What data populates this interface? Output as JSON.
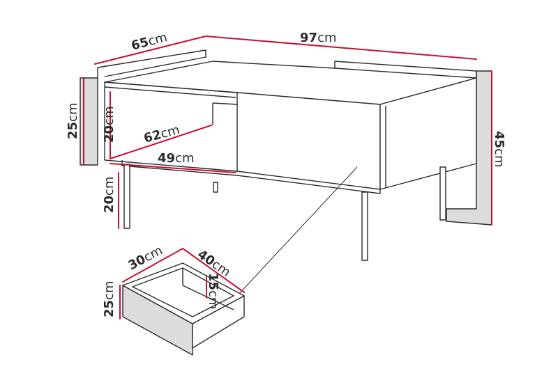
{
  "diagram": {
    "subject": "coffee table with drawer",
    "dimension_color": "#c8102e",
    "line_color": "#2b2b2b",
    "panel_color": "#d9d9d9"
  },
  "dimensions": {
    "depth": {
      "num": "65",
      "unit": "cm"
    },
    "width": {
      "num": "97",
      "unit": "cm"
    },
    "body_height": {
      "num": "25",
      "unit": "cm"
    },
    "shelf_height": {
      "num": "20",
      "unit": "cm"
    },
    "shelf_width": {
      "num": "62",
      "unit": "cm"
    },
    "shelf_depth": {
      "num": "49",
      "unit": "cm"
    },
    "leg_height": {
      "num": "20",
      "unit": "cm"
    },
    "total_height": {
      "num": "45",
      "unit": "cm"
    },
    "drawer_width": {
      "num": "30",
      "unit": "cm"
    },
    "drawer_depth": {
      "num": "40",
      "unit": "cm"
    },
    "drawer_inner_height": {
      "num": "15",
      "unit": "cm"
    },
    "drawer_height": {
      "num": "25",
      "unit": "cm"
    }
  }
}
